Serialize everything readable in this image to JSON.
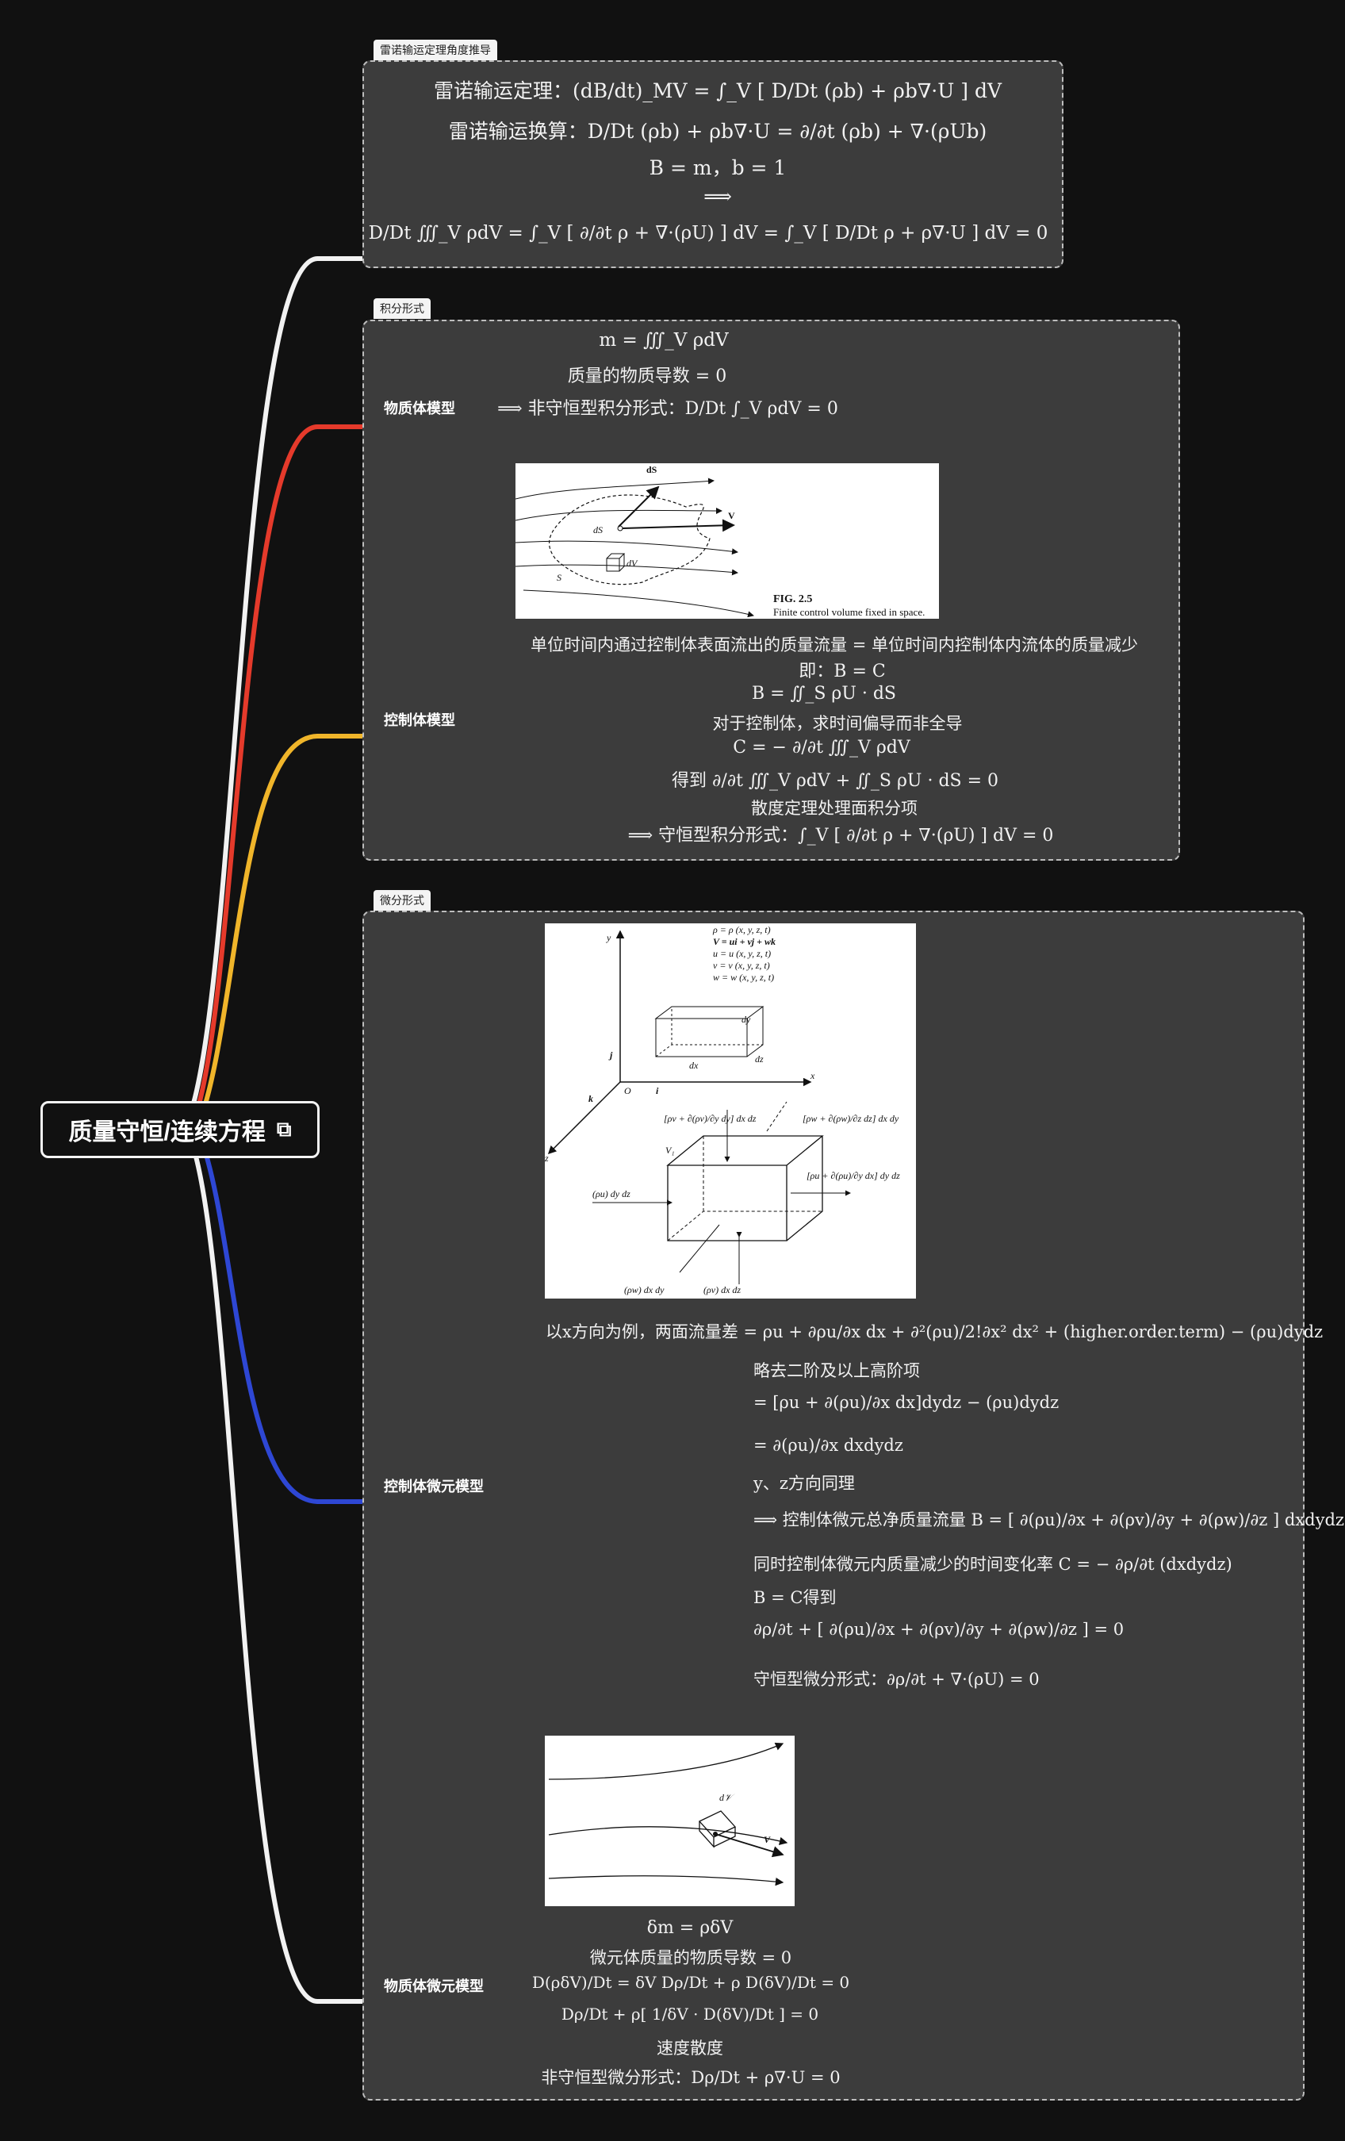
{
  "root": {
    "title": "质量守恒/连续方程",
    "icon": "link-icon"
  },
  "panels": {
    "reynolds": {
      "tag": "雷诺输运定理角度推导",
      "lines": [
        "雷诺输运定理：(dB/dt)_MV = ∫_V [ D/Dt (ρb) + ρb∇·U ] dV",
        "雷诺输运换算：D/Dt (ρb) + ρb∇·U = ∂/∂t (ρb) + ∇·(ρUb)",
        "B = m，b = 1",
        "⟹",
        "D/Dt ∭_V ρdV = ∫_V [ ∂/∂t ρ + ∇·(ρU) ] dV = ∫_V [ D/Dt ρ + ρ∇·U ] dV = 0"
      ]
    },
    "integral": {
      "tag": "积分形式",
      "material_lines": [
        "m = ∭_V ρdV",
        "质量的物质导数 = 0",
        "⟹ 非守恒型积分形式：D/Dt ∫_V ρdV = 0"
      ],
      "material_label": "物质体模型",
      "control_label": "控制体模型",
      "figure": {
        "caption_bold": "FIG. 2.5",
        "caption": "Finite control volume fixed in space.",
        "labels": [
          "dS",
          "V",
          "dS",
          "dV",
          "S"
        ]
      },
      "control_lines": [
        "单位时间内通过控制体表面流出的质量流量 = 单位时间内控制体内流体的质量减少",
        "即：B = C",
        "B = ∬_S ρU · dS",
        "对于控制体，求时间偏导而非全导",
        "C = − ∂/∂t ∭_V ρdV",
        "得到 ∂/∂t ∭_V ρdV + ∬_S ρU · dS = 0",
        "散度定理处理面积分项",
        "⟹ 守恒型积分形式：∫_V [ ∂/∂t ρ + ∇·(ρU) ] dV = 0"
      ]
    },
    "differential": {
      "tag": "微分形式",
      "element_label": "控制体微元模型",
      "material_element_label": "物质体微元模型",
      "figure1": {
        "defs": [
          "ρ = ρ (x, y, z, t)",
          "V = ui + vj + wk",
          "u = u (x, y, z, t)",
          "v = v (x, y, z, t)",
          "w = w (x, y, z, t)"
        ],
        "labels": [
          "y",
          "x",
          "z",
          "O",
          "i",
          "j",
          "k",
          "dx",
          "dy",
          "dz",
          "V₁",
          "(ρu) dy dz",
          "(ρw) dx dy",
          "(ρv) dx dz",
          "[ρv + ∂(ρv)/∂y dy] dx dz",
          "[ρw + ∂(ρw)/∂z dz] dx dy",
          "[ρu + ∂(ρu)/∂y dx] dy dz"
        ]
      },
      "element_lines": [
        "以x方向为例，两面流量差 = ρu + ∂ρu/∂x dx + ∂²(ρu)/2!∂x² dx² + (higher.order.term) − (ρu)dydz",
        "略去二阶及以上高阶项",
        "= [ρu + ∂(ρu)/∂x dx]dydz − (ρu)dydz",
        "= ∂(ρu)/∂x dxdydz",
        "y、z方向同理",
        "⟹ 控制体微元总净质量流量 B = [ ∂(ρu)/∂x + ∂(ρv)/∂y + ∂(ρw)/∂z ] dxdydz",
        "同时控制体微元内质量减少的时间变化率 C = − ∂ρ/∂t (dxdydz)",
        "B = C得到",
        "∂ρ/∂t + [ ∂(ρu)/∂x + ∂(ρv)/∂y + ∂(ρw)/∂z ] = 0",
        "守恒型微分形式：∂ρ/∂t + ∇·(ρU) = 0"
      ],
      "figure2": {
        "labels": [
          "d𝒱",
          "V"
        ]
      },
      "material_element_lines": [
        "δm = ρδV",
        "微元体质量的物质导数 = 0",
        "D(ρδV)/Dt = δV Dρ/Dt + ρ D(δV)/Dt = 0",
        "Dρ/Dt + ρ[ 1/δV · D(δV)/Dt ] = 0",
        "速度散度",
        "非守恒型微分形式：Dρ/Dt + ρ∇·U = 0"
      ]
    }
  },
  "colors": {
    "background": "#111111",
    "panel": "#3c3c3c",
    "branch_white": "#f2f2f2",
    "branch_red": "#e53a2b",
    "branch_yellow": "#f0b52a",
    "branch_blue": "#2e47d4"
  }
}
